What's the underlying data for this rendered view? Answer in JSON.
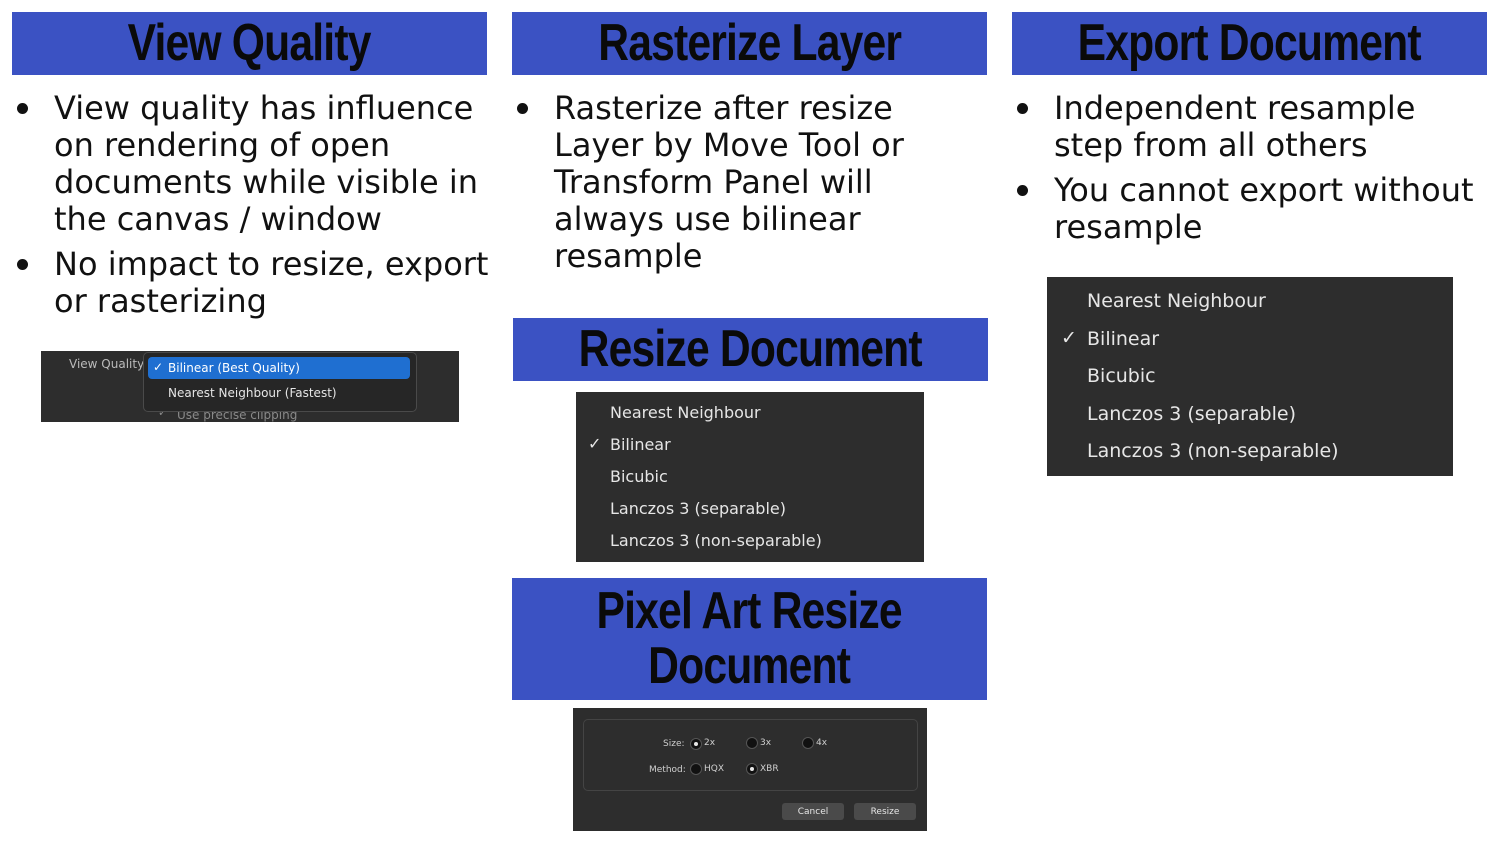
{
  "sections": {
    "view_quality": {
      "title": "View Quality",
      "bullets": [
        "View quality has influence on rendering of open documents while visible in the canvas / window",
        "No impact to resize, export or rasterizing"
      ],
      "ui": {
        "label": "View Quality",
        "options": [
          "Bilinear (Best Quality)",
          "Nearest Neighbour (Fastest)"
        ],
        "selected": "Bilinear (Best Quality)",
        "checkbox_label": "Use precise clipping"
      }
    },
    "rasterize_layer": {
      "title": "Rasterize Layer",
      "bullets": [
        "Rasterize after resize Layer by Move Tool or Transform Panel will always use bilinear resample"
      ]
    },
    "resize_document": {
      "title": "Resize Document",
      "menu": [
        "Nearest Neighbour",
        "Bilinear",
        "Bicubic",
        "Lanczos 3 (separable)",
        "Lanczos 3 (non-separable)"
      ],
      "selected": "Bilinear"
    },
    "pixel_art": {
      "title": "Pixel Art Resize\nDocument",
      "dialog": {
        "size_label": "Size:",
        "size_options": [
          "2x",
          "3x",
          "4x"
        ],
        "size_selected": "2x",
        "method_label": "Method:",
        "method_options": [
          "HQX",
          "XBR"
        ],
        "method_selected": "XBR",
        "cancel_label": "Cancel",
        "resize_label": "Resize"
      }
    },
    "export_document": {
      "title": "Export Document",
      "bullets": [
        "Independent resample step from all others",
        "You cannot export without resample"
      ],
      "menu": [
        "Nearest Neighbour",
        "Bilinear",
        "Bicubic",
        "Lanczos 3 (separable)",
        "Lanczos 3 (non-separable)"
      ],
      "selected": "Bilinear"
    }
  },
  "glyphs": {
    "check": "✓"
  },
  "colors": {
    "banner": "#3b52c3",
    "menu_bg": "#2d2d2d",
    "selection": "#1f6fd1"
  }
}
